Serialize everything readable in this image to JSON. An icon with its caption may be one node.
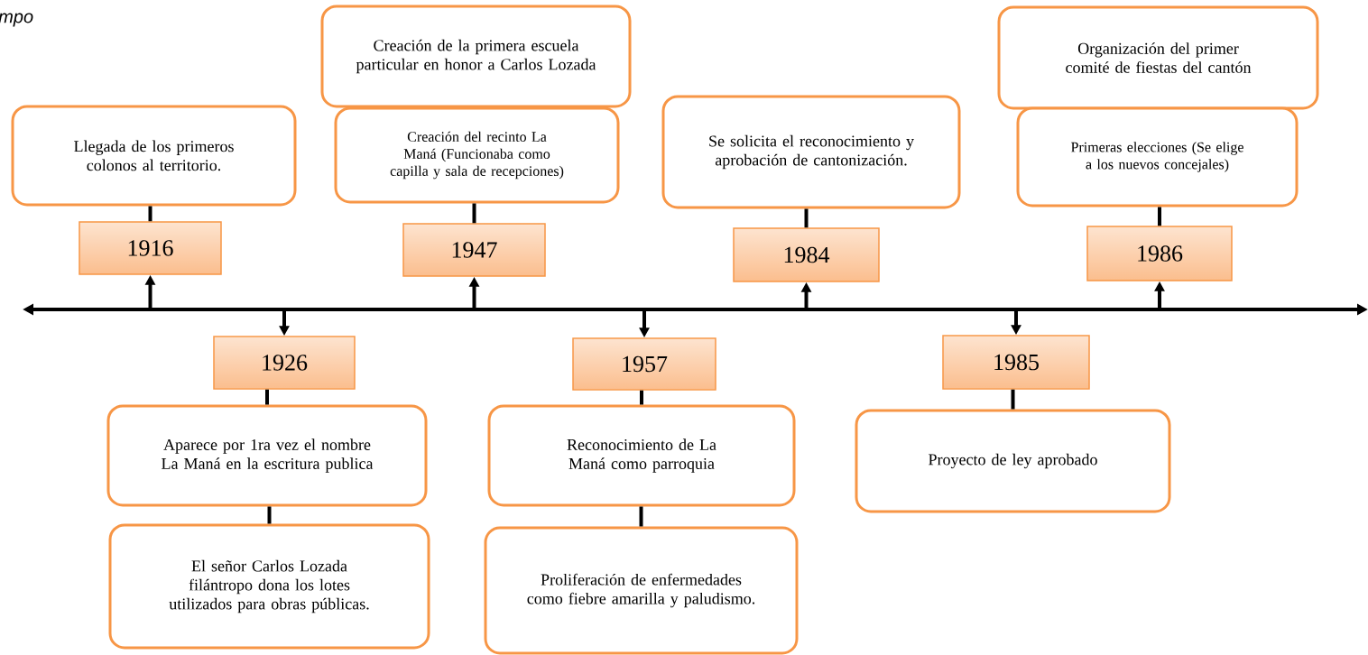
{
  "diagram": {
    "nodes": [
      {
        "text": [
          "Creación de la primera escuela particular en honor a Carlos Lozada"
        ]
      },
      {
        "text": [
          "Organización del primer comité de fiestas del cantón"
        ]
      },
      {
        "text": [
          "Llegada de los primeros colonos al territorio."
        ]
      },
      {
        "text": [
          "Creación del recinto La Maná (Funcionaba como capilla y sala de recepciones)"
        ]
      },
      {
        "text": [
          "Se solicita el reconocimiento y aprobación de cantonización."
        ]
      },
      {
        "text": [
          "Primeras elecciones (Se elige a los nuevos concejales)"
        ]
      },
      {
        "text": [
          "1916"
        ]
      },
      {
        "text": [
          "1947"
        ]
      },
      {
        "text": [
          "1984"
        ]
      },
      {
        "text": [
          "1986"
        ]
      },
      {
        "text": [
          "1926"
        ]
      },
      {
        "text": [
          "1957"
        ]
      },
      {
        "text": [
          "1985"
        ]
      },
      {
        "text": [
          "Aparece por 1ra vez el nombre La Maná en la escritura publica"
        ]
      },
      {
        "text": [
          "Reconocimiento de La Maná como parroquia"
        ]
      },
      {
        "text": [
          "Proyecto de ley aprobado"
        ]
      },
      {
        "text": [
          "El señor Carlos Lozada filántropo dona los lotes utilizados para obras públicas."
        ]
      },
      {
        "text": [
          "Proliferación de enfermedades como fiebre amarilla y paludismo."
        ]
      }
    ],
    "edges": [
      {
        "from": null,
        "to": 6,
        "arrow": "to"
      },
      {
        "from": null,
        "to": 7,
        "arrow": "to"
      },
      {
        "from": null,
        "to": 8,
        "arrow": "to"
      },
      {
        "from": null,
        "to": 9,
        "arrow": "to"
      },
      {
        "from": null,
        "to": 10,
        "arrow": "to"
      },
      {
        "from": null,
        "to": 11,
        "arrow": "to"
      },
      {
        "from": null,
        "to": 12,
        "arrow": "to"
      },
      {
        "from": 2,
        "to": 6,
        "arrow": "none"
      },
      {
        "from": 3,
        "to": 7,
        "arrow": "none"
      },
      {
        "from": 4,
        "to": 8,
        "arrow": "none"
      },
      {
        "from": 5,
        "to": 9,
        "arrow": "none"
      },
      {
        "from": 10,
        "to": 13,
        "arrow": "none"
      },
      {
        "from": 13,
        "to": 16,
        "arrow": "none"
      },
      {
        "from": 11,
        "to": 14,
        "arrow": "none"
      },
      {
        "from": 14,
        "to": 17,
        "arrow": "none"
      },
      {
        "from": 12,
        "to": 15,
        "arrow": "none"
      }
    ],
    "labels": [
      "mpo"
    ]
  }
}
